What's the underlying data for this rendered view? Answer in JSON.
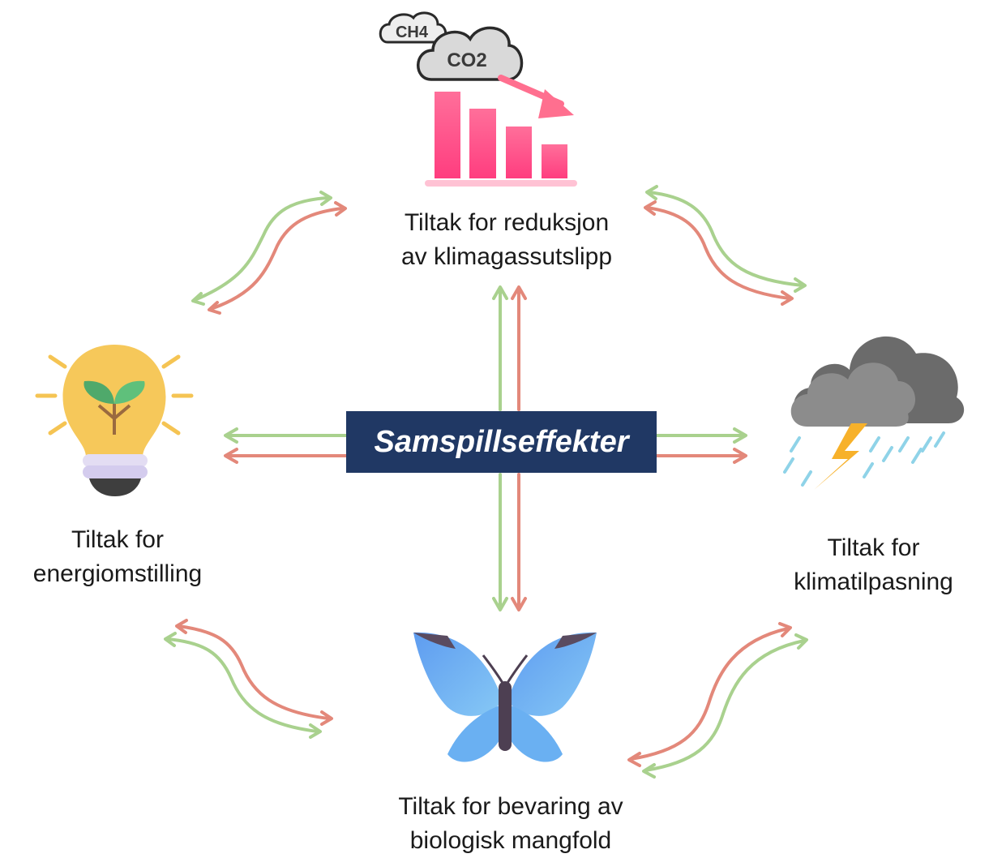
{
  "center_label": "Samspillseffekter",
  "nodes": {
    "top": {
      "line1": "Tiltak for reduksjon",
      "line2": "av klimagassutslipp",
      "icon": "emissions-reduction-chart-icon"
    },
    "left": {
      "line1": "Tiltak for",
      "line2": "energiomstilling",
      "icon": "lightbulb-sprout-icon"
    },
    "right": {
      "line1": "Tiltak for",
      "line2": "klimatilpasning",
      "icon": "storm-cloud-icon"
    },
    "bottom": {
      "line1": "Tiltak for bevaring av",
      "line2": "biologisk mangfold",
      "icon": "butterfly-icon"
    }
  },
  "icon_texts": {
    "methane": "CH4",
    "carbon": "CO2"
  },
  "colors": {
    "center_box": "#203864",
    "arrow_green": "#A9D18E",
    "arrow_red": "#E3887A"
  }
}
